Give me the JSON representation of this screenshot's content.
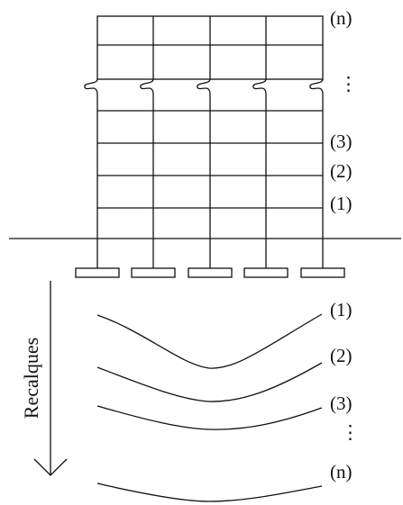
{
  "frame": {
    "floor_labels": [
      {
        "id": "n",
        "text": "(n)"
      },
      {
        "id": "dots",
        "text": "⋮"
      },
      {
        "id": "3",
        "text": "(3)"
      },
      {
        "id": "2",
        "text": "(2)"
      },
      {
        "id": "1",
        "text": "(1)"
      }
    ]
  },
  "settlement": {
    "axis_label": "Recalques",
    "curve_labels": [
      {
        "id": "1",
        "text": "(1)"
      },
      {
        "id": "2",
        "text": "(2)"
      },
      {
        "id": "3",
        "text": "(3)"
      },
      {
        "id": "dots",
        "text": "⋮"
      },
      {
        "id": "n",
        "text": "(n)"
      }
    ]
  }
}
